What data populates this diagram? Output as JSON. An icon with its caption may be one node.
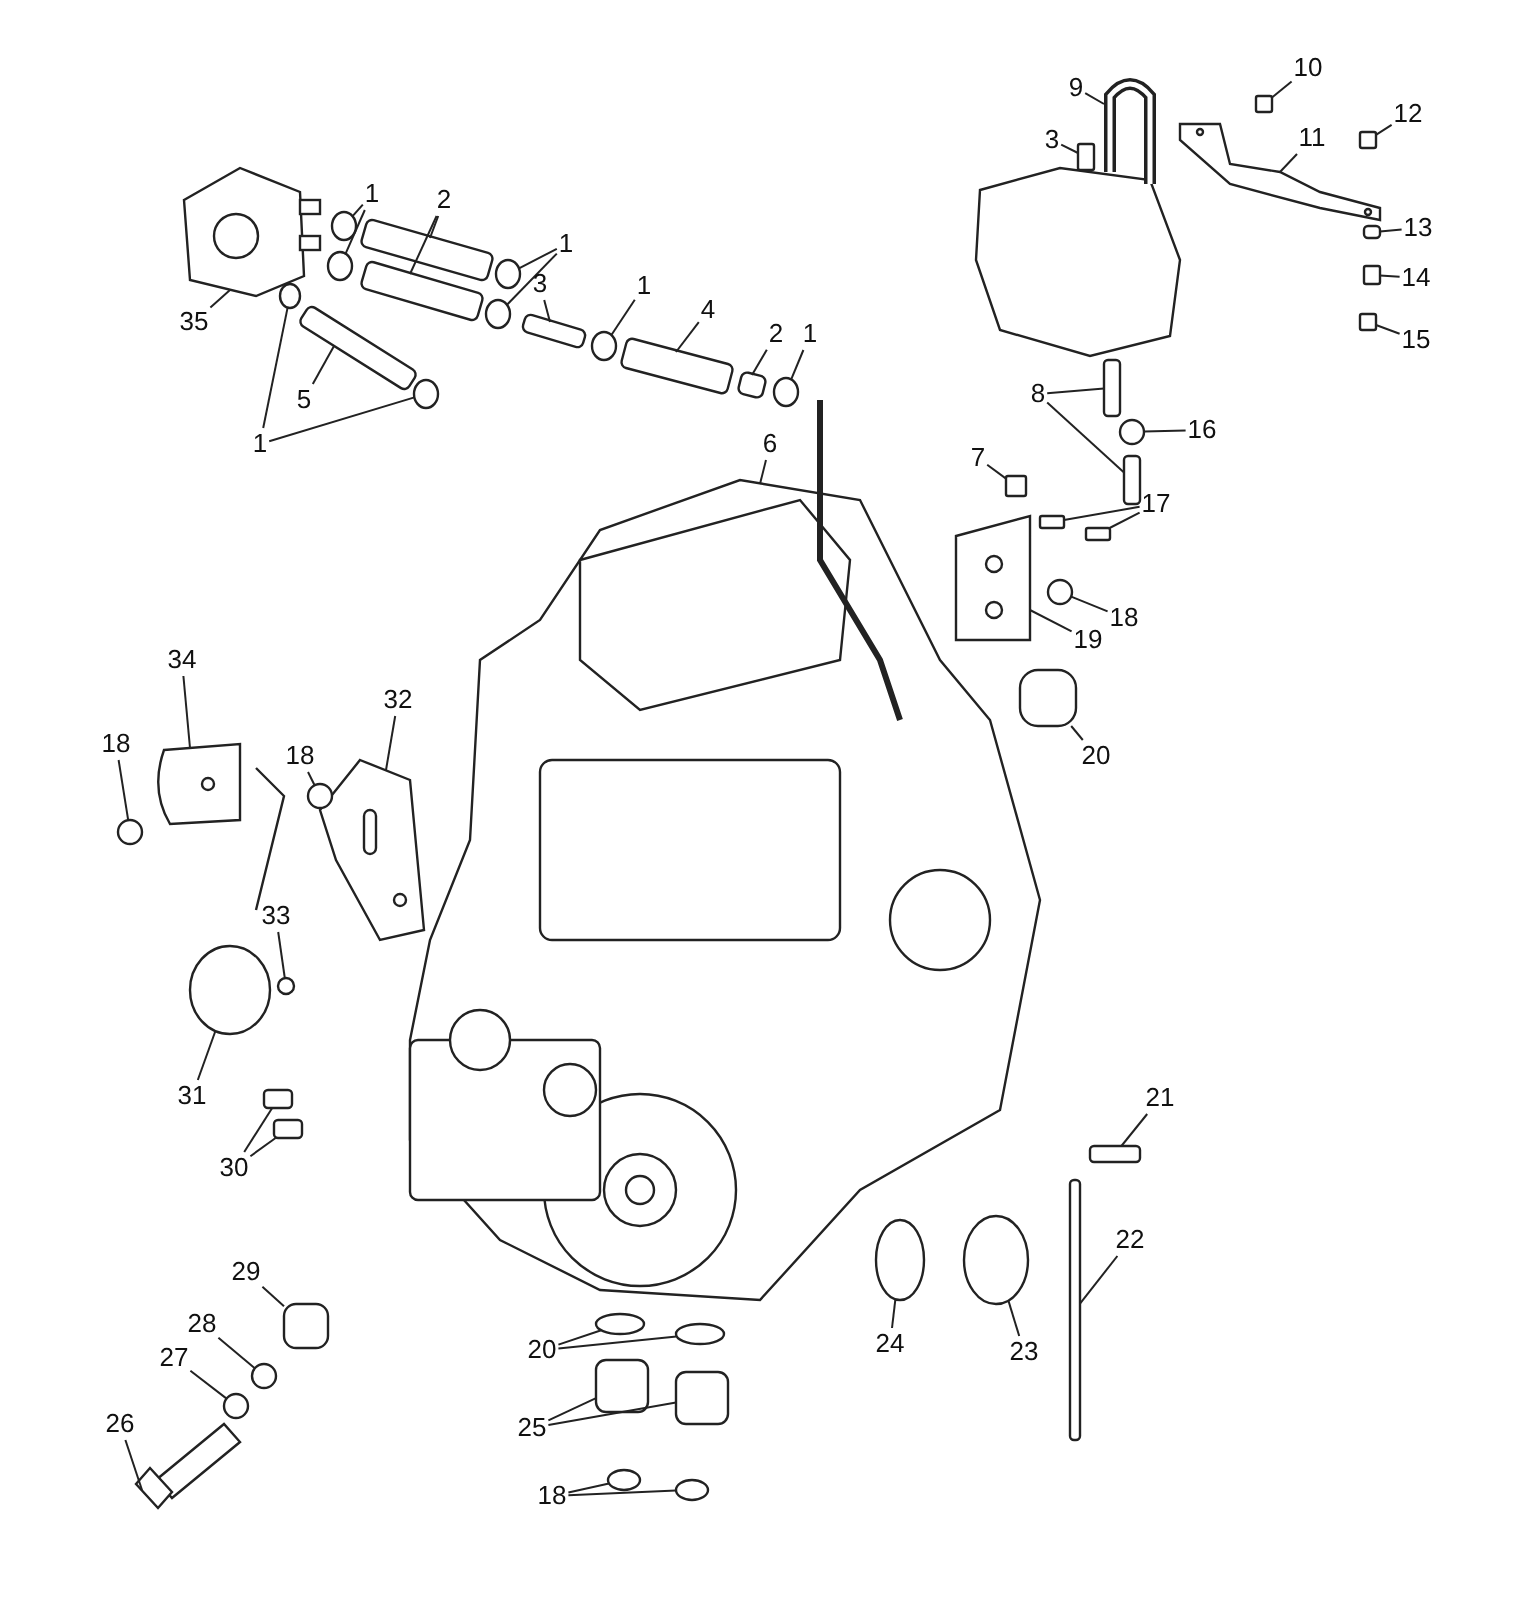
{
  "diagram": {
    "nodes": [
      {
        "text": [
          "1"
        ]
      },
      {
        "text": [
          "2"
        ]
      },
      {
        "text": [
          "1"
        ]
      },
      {
        "text": [
          "3"
        ]
      },
      {
        "text": [
          "1"
        ]
      },
      {
        "text": [
          "4"
        ]
      },
      {
        "text": [
          "2"
        ]
      },
      {
        "text": [
          "1"
        ]
      },
      {
        "text": [
          "35"
        ]
      },
      {
        "text": [
          "5"
        ]
      },
      {
        "text": [
          "1"
        ]
      },
      {
        "text": [
          "9"
        ]
      },
      {
        "text": [
          "3"
        ]
      },
      {
        "text": [
          "10"
        ]
      },
      {
        "text": [
          "12"
        ]
      },
      {
        "text": [
          "11"
        ]
      },
      {
        "text": [
          "13"
        ]
      },
      {
        "text": [
          "14"
        ]
      },
      {
        "text": [
          "15"
        ]
      },
      {
        "text": [
          "8"
        ]
      },
      {
        "text": [
          "16"
        ]
      },
      {
        "text": [
          "7"
        ]
      },
      {
        "text": [
          "6"
        ]
      },
      {
        "text": [
          "17"
        ]
      },
      {
        "text": [
          "18"
        ]
      },
      {
        "text": [
          "19"
        ]
      },
      {
        "text": [
          "20"
        ]
      },
      {
        "text": [
          "34"
        ]
      },
      {
        "text": [
          "18"
        ]
      },
      {
        "text": [
          "32"
        ]
      },
      {
        "text": [
          "18"
        ]
      },
      {
        "text": [
          "33"
        ]
      },
      {
        "text": [
          "31"
        ]
      },
      {
        "text": [
          "30"
        ]
      },
      {
        "text": [
          "21"
        ]
      },
      {
        "text": [
          "22"
        ]
      },
      {
        "text": [
          "24"
        ]
      },
      {
        "text": [
          "23"
        ]
      },
      {
        "text": [
          "29"
        ]
      },
      {
        "text": [
          "28"
        ]
      },
      {
        "text": [
          "27"
        ]
      },
      {
        "text": [
          "26"
        ]
      },
      {
        "text": [
          "20"
        ]
      },
      {
        "text": [
          "25"
        ]
      },
      {
        "text": [
          "18"
        ]
      },
      {
        "text": [],
        "shape": "circle"
      },
      {
        "text": [],
        "shape": "circle"
      },
      {
        "text": [],
        "shape": "box"
      },
      {
        "text": [],
        "shape": "box"
      },
      {
        "text": [],
        "shape": "circle"
      },
      {
        "text": [],
        "shape": "circle"
      },
      {
        "text": [],
        "shape": "box"
      },
      {
        "text": [],
        "shape": "circle"
      },
      {
        "text": [],
        "shape": "box"
      },
      {
        "text": [],
        "shape": "box"
      },
      {
        "text": [],
        "shape": "circle"
      },
      {
        "text": [],
        "shape": "picture"
      },
      {
        "text": [],
        "shape": "box"
      },
      {
        "text": [],
        "shape": "circle"
      },
      {
        "text": [],
        "shape": "circle"
      },
      {
        "text": [],
        "shape": "picture"
      },
      {
        "text": [],
        "shape": "box"
      },
      {
        "text": [],
        "shape": "box"
      },
      {
        "text": [],
        "shape": "box"
      },
      {
        "text": [],
        "shape": "picture"
      },
      {
        "text": [],
        "shape": "box"
      },
      {
        "text": [],
        "shape": "box"
      },
      {
        "text": [],
        "shape": "box"
      },
      {
        "text": [],
        "shape": "box"
      },
      {
        "text": [],
        "shape": "box"
      },
      {
        "text": [],
        "shape": "circle"
      },
      {
        "text": [],
        "shape": "box"
      },
      {
        "text": [],
        "shape": "picture"
      },
      {
        "text": [],
        "shape": "box"
      },
      {
        "text": [],
        "shape": "box"
      },
      {
        "text": [],
        "shape": "circle"
      },
      {
        "text": [],
        "shape": "picture"
      },
      {
        "text": [],
        "shape": "box"
      },
      {
        "text": [],
        "shape": "picture"
      },
      {
        "text": [],
        "shape": "circle"
      },
      {
        "text": [],
        "shape": "picture"
      },
      {
        "text": [],
        "shape": "circle"
      },
      {
        "text": [],
        "shape": "circle"
      },
      {
        "text": [],
        "shape": "circle"
      },
      {
        "text": [],
        "shape": "box"
      },
      {
        "text": [],
        "shape": "box"
      },
      {
        "text": [],
        "shape": "box"
      },
      {
        "text": [],
        "shape": "box"
      },
      {
        "text": [],
        "shape": "circle"
      },
      {
        "text": [],
        "shape": "circle"
      },
      {
        "text": [],
        "shape": "box"
      },
      {
        "text": [],
        "shape": "circle"
      },
      {
        "text": [],
        "shape": "circle"
      },
      {
        "text": [],
        "shape": "picture"
      },
      {
        "text": [],
        "shape": "circle"
      },
      {
        "text": [],
        "shape": "circle"
      },
      {
        "text": [],
        "shape": "box"
      },
      {
        "text": [],
        "shape": "box"
      },
      {
        "text": [],
        "shape": "circle"
      },
      {
        "text": [],
        "shape": "circle"
      }
    ],
    "edges": [
      {
        "from": 0,
        "to": 45,
        "arrow": "none"
      },
      {
        "from": 0,
        "to": 46,
        "arrow": "none"
      },
      {
        "from": 1,
        "to": 47,
        "arrow": "none"
      },
      {
        "from": 1,
        "to": 48,
        "arrow": "none"
      },
      {
        "from": 2,
        "to": 49,
        "arrow": "none"
      },
      {
        "from": 2,
        "to": 50,
        "arrow": "none"
      },
      {
        "from": 3,
        "to": 51,
        "arrow": "none"
      },
      {
        "from": 4,
        "to": 52,
        "arrow": "none"
      },
      {
        "from": 5,
        "to": 53,
        "arrow": "none"
      },
      {
        "from": 6,
        "to": 54,
        "arrow": "none"
      },
      {
        "from": 7,
        "to": 55,
        "arrow": "none"
      },
      {
        "from": 8,
        "to": 56,
        "arrow": "none"
      },
      {
        "from": 9,
        "to": 57,
        "arrow": "none"
      },
      {
        "from": 10,
        "to": 58,
        "arrow": "none"
      },
      {
        "from": 10,
        "to": 59,
        "arrow": "none"
      },
      {
        "from": 11,
        "to": 60,
        "arrow": "none"
      },
      {
        "from": 12,
        "to": 61,
        "arrow": "none"
      },
      {
        "from": 13,
        "to": 62,
        "arrow": "none"
      },
      {
        "from": 14,
        "to": 63,
        "arrow": "none"
      },
      {
        "from": 15,
        "to": 64,
        "arrow": "none"
      },
      {
        "from": 16,
        "to": 65,
        "arrow": "none"
      },
      {
        "from": 17,
        "to": 66,
        "arrow": "none"
      },
      {
        "from": 18,
        "to": 67,
        "arrow": "none"
      },
      {
        "from": 19,
        "to": 68,
        "arrow": "none"
      },
      {
        "from": 19,
        "to": 69,
        "arrow": "none"
      },
      {
        "from": 20,
        "to": 70,
        "arrow": "none"
      },
      {
        "from": 21,
        "to": 71,
        "arrow": "none"
      },
      {
        "from": 22,
        "to": 72,
        "arrow": "none"
      },
      {
        "from": 23,
        "to": 73,
        "arrow": "none"
      },
      {
        "from": 23,
        "to": 74,
        "arrow": "none"
      },
      {
        "from": 24,
        "to": 75,
        "arrow": "none"
      },
      {
        "from": 25,
        "to": 76,
        "arrow": "none"
      },
      {
        "from": 26,
        "to": 77,
        "arrow": "none"
      },
      {
        "from": 27,
        "to": 78,
        "arrow": "none"
      },
      {
        "from": 28,
        "to": 79,
        "arrow": "none"
      },
      {
        "from": 29,
        "to": 80,
        "arrow": "none"
      },
      {
        "from": 30,
        "to": 81,
        "arrow": "none"
      },
      {
        "from": 31,
        "to": 82,
        "arrow": "none"
      },
      {
        "from": 32,
        "to": 83,
        "arrow": "none"
      },
      {
        "from": 33,
        "to": 84,
        "arrow": "none"
      },
      {
        "from": 33,
        "to": 85,
        "arrow": "none"
      },
      {
        "from": 34,
        "to": 86,
        "arrow": "none"
      },
      {
        "from": 35,
        "to": 87,
        "arrow": "none"
      },
      {
        "from": 36,
        "to": 88,
        "arrow": "none"
      },
      {
        "from": 37,
        "to": 89,
        "arrow": "none"
      },
      {
        "from": 38,
        "to": 90,
        "arrow": "none"
      },
      {
        "from": 39,
        "to": 91,
        "arrow": "none"
      },
      {
        "from": 40,
        "to": 92,
        "arrow": "none"
      },
      {
        "from": 41,
        "to": 93,
        "arrow": "none"
      },
      {
        "from": 42,
        "to": 94,
        "arrow": "none"
      },
      {
        "from": 42,
        "to": 95,
        "arrow": "none"
      },
      {
        "from": 43,
        "to": 96,
        "arrow": "none"
      },
      {
        "from": 43,
        "to": 97,
        "arrow": "none"
      },
      {
        "from": 44,
        "to": 98,
        "arrow": "none"
      },
      {
        "from": 44,
        "to": 99,
        "arrow": "none"
      }
    ]
  }
}
